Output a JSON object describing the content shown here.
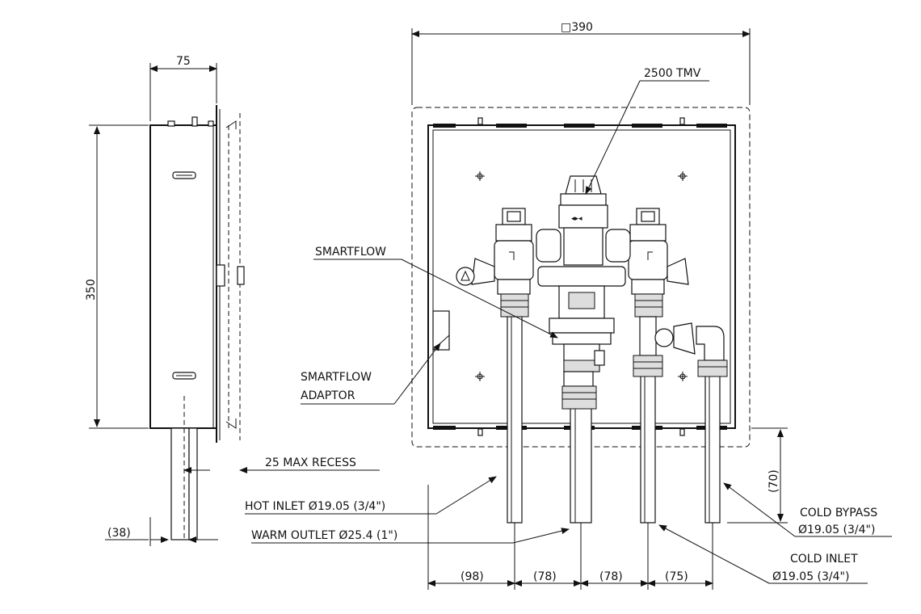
{
  "labels": {
    "box_size": "□390",
    "side_width": "75",
    "side_height": "350",
    "pipe_ext_side": "(38)",
    "max_recess": "25 MAX RECESS",
    "tmv": "2500 TMV",
    "smartflow": "SMARTFLOW",
    "smartflow_adaptor_1": "SMARTFLOW",
    "smartflow_adaptor_2": "ADAPTOR",
    "hot_inlet": "HOT INLET  Ø19.05 (3/4\")",
    "warm_outlet": "WARM OUTLET Ø25.4 (1\")",
    "cold_bypass_1": "COLD BYPASS",
    "cold_bypass_2": "Ø19.05 (3/4\")",
    "cold_inlet_1": "COLD INLET",
    "cold_inlet_2": "Ø19.05 (3/4\")",
    "pipe_projection": "(70)",
    "spacing_1": "(98)",
    "spacing_2": "(78)",
    "spacing_3": "(78)",
    "spacing_4": "(75)"
  }
}
